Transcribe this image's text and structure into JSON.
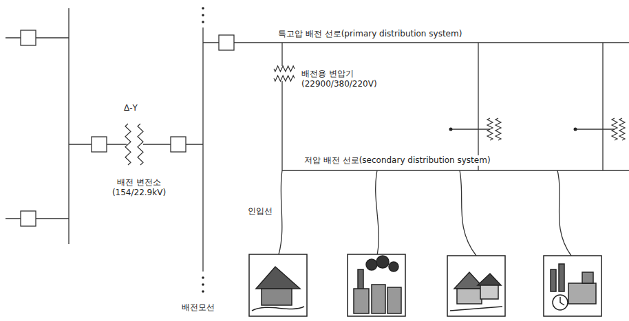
{
  "diagram": {
    "labels": [
      "특고압 배전 선로(primary distribution system)",
      "배전용 변압기 (22900/380/220V)",
      "Δ-Y",
      "배전 변전소 (154/22.9kV)",
      "저압 배전 선로(secondary distribution system)",
      "인입선",
      "배전모선"
    ]
  }
}
